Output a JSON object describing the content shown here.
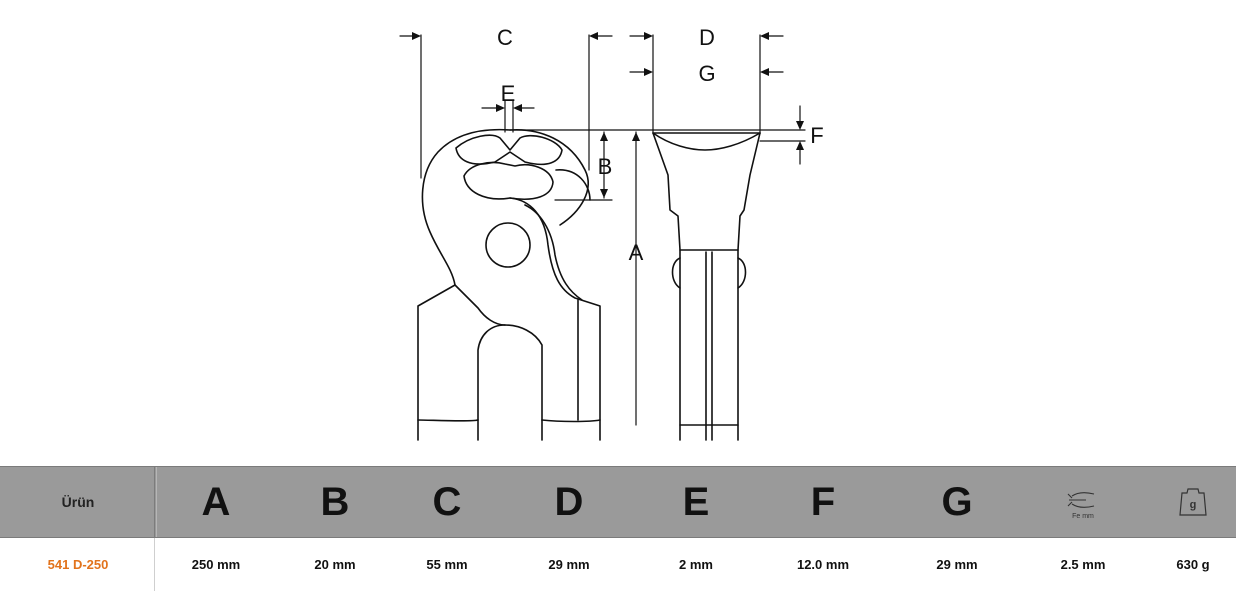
{
  "drawing": {
    "labels": {
      "A": "A",
      "B": "B",
      "C": "C",
      "D": "D",
      "E": "E",
      "F": "F",
      "G": "G"
    }
  },
  "table": {
    "header": {
      "product": "Ürün",
      "A": "A",
      "B": "B",
      "C": "C",
      "D": "D",
      "E": "E",
      "F": "F",
      "G": "G",
      "fe_icon_label": "Fe mm",
      "weight_icon_label": "g"
    },
    "row": {
      "product": "541 D-250",
      "A": "250 mm",
      "B": "20 mm",
      "C": "55 mm",
      "D": "29 mm",
      "E": "2 mm",
      "F": "12.0 mm",
      "G": "29 mm",
      "fe": "2.5 mm",
      "weight": "630 g"
    }
  },
  "colors": {
    "product_code": "#e2731c",
    "header_bg": "#9a9a9a"
  },
  "icons": {
    "fe": "wire-cutting-capacity-icon",
    "weight": "weight-icon"
  }
}
